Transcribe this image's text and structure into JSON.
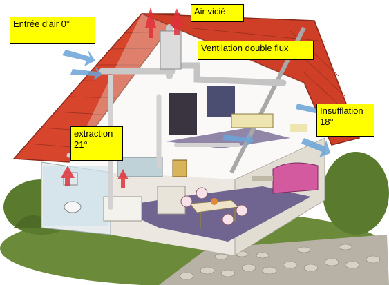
{
  "labels": {
    "entree_air": "Entrée d'air 0°",
    "air_vicie": "Air vicié",
    "ventilation": "Ventilation double flux",
    "insufflation": "Insufflation 18°",
    "extraction": "extraction 21°"
  },
  "colors": {
    "label_bg": "#ffff00",
    "roof": "#d6452c",
    "cold_air_arrow": "#6aa4d8",
    "warm_air_arrow": "#e0303a",
    "duct": "#c9c9c9",
    "floor": "#7a6a9a",
    "grass": "#5d7a32"
  }
}
